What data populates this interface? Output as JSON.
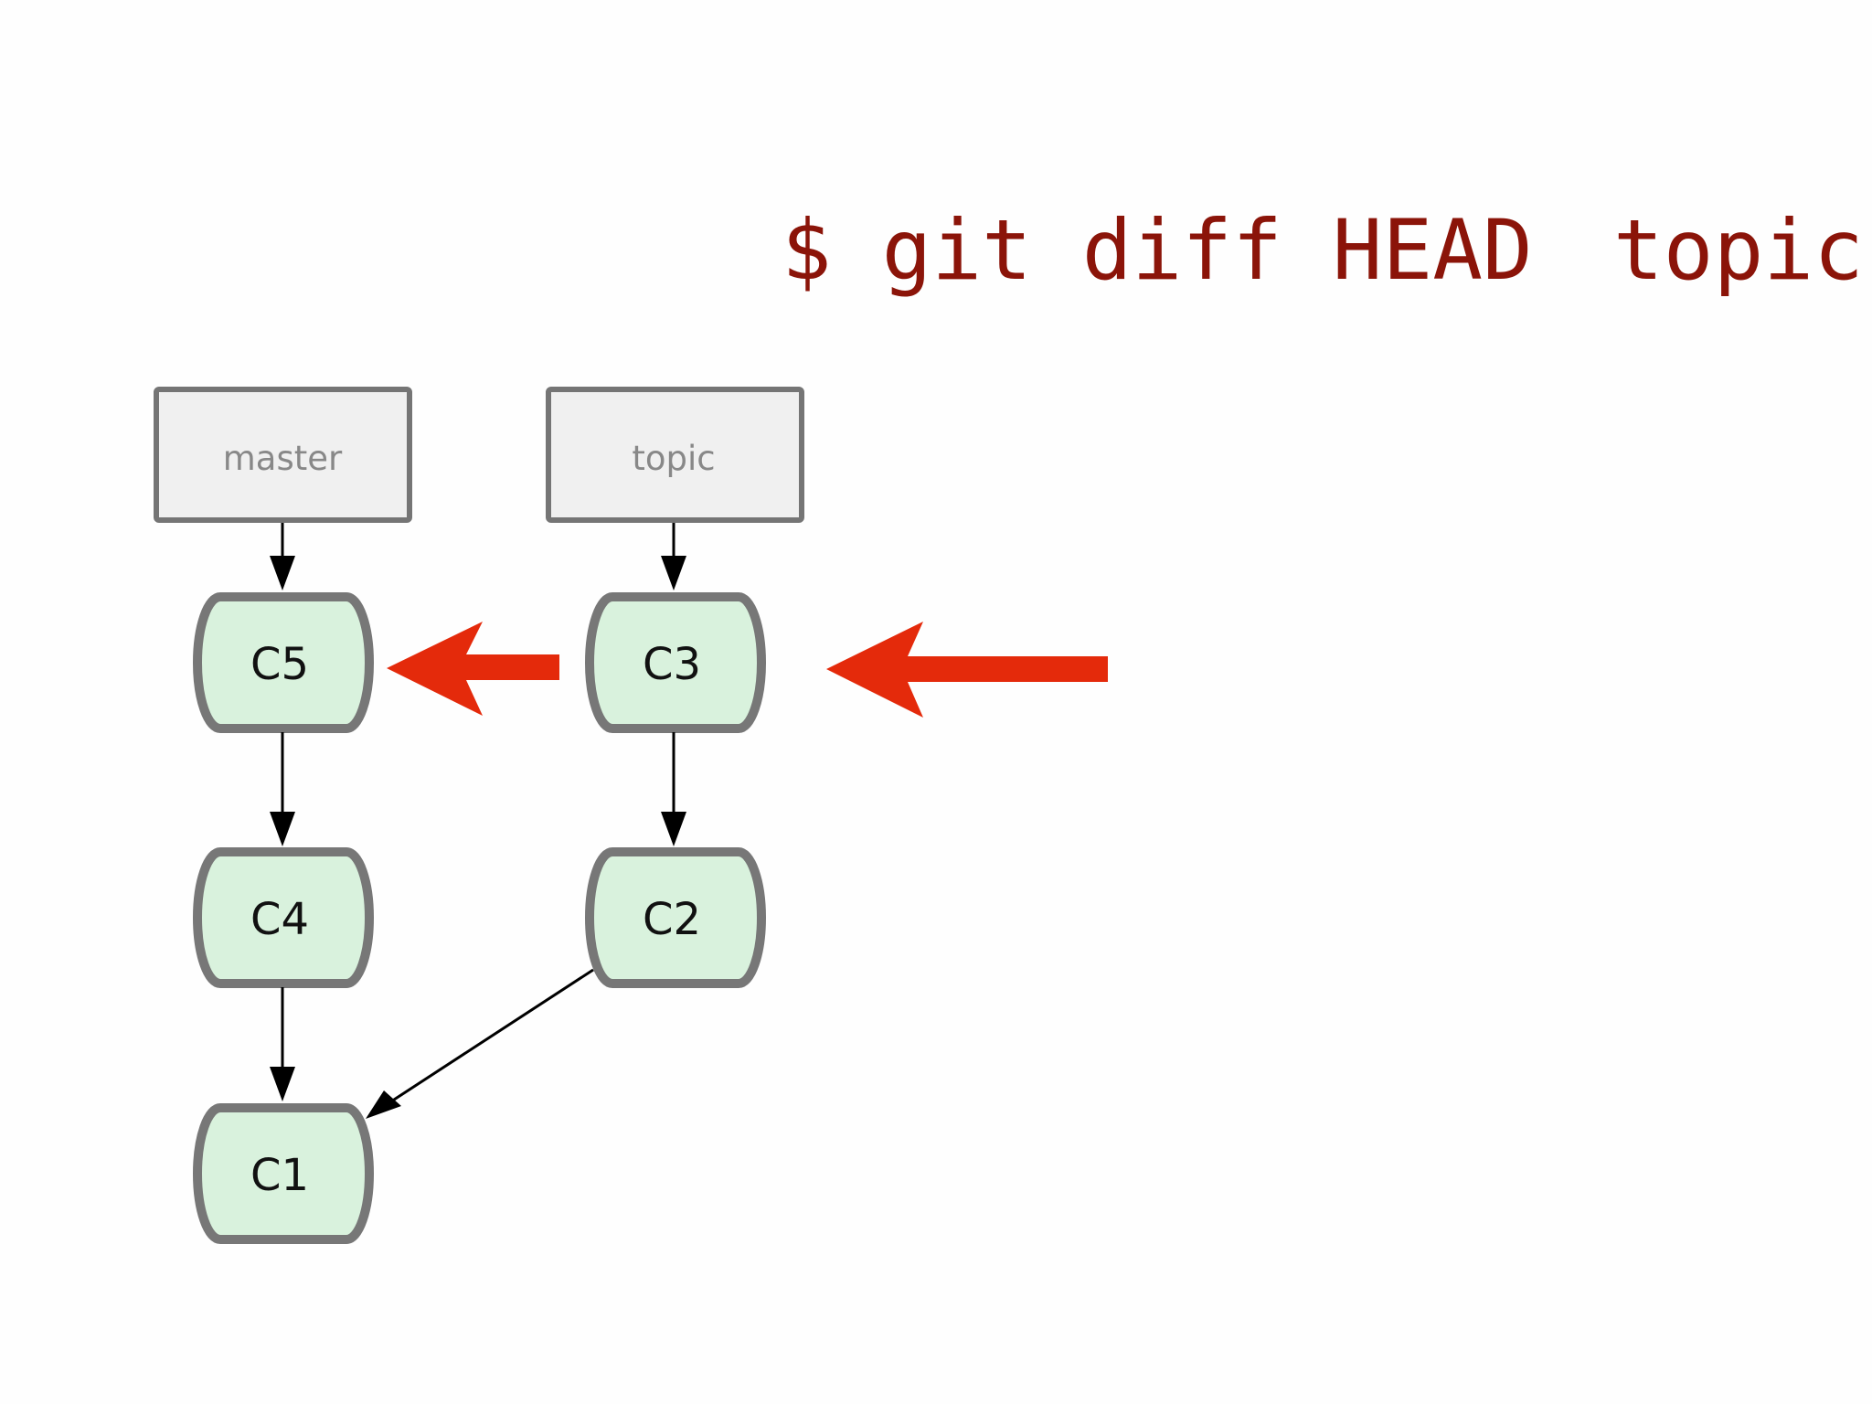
{
  "command": {
    "prompt": "$ git diff HEAD",
    "ref": "topic"
  },
  "branches": [
    {
      "id": "master",
      "label": "master"
    },
    {
      "id": "topic",
      "label": "topic"
    }
  ],
  "commits": [
    {
      "id": "c5",
      "label": "C5"
    },
    {
      "id": "c4",
      "label": "C4"
    },
    {
      "id": "c1",
      "label": "C1"
    },
    {
      "id": "c3",
      "label": "C3"
    },
    {
      "id": "c2",
      "label": "C2"
    }
  ],
  "colors": {
    "command_text": "#8b1409",
    "commit_fill": "#d9f2dd",
    "commit_stroke": "#777777",
    "branch_fill": "#f0f0f0",
    "branch_stroke": "#757575",
    "highlight_arrow": "#e42a0b"
  }
}
